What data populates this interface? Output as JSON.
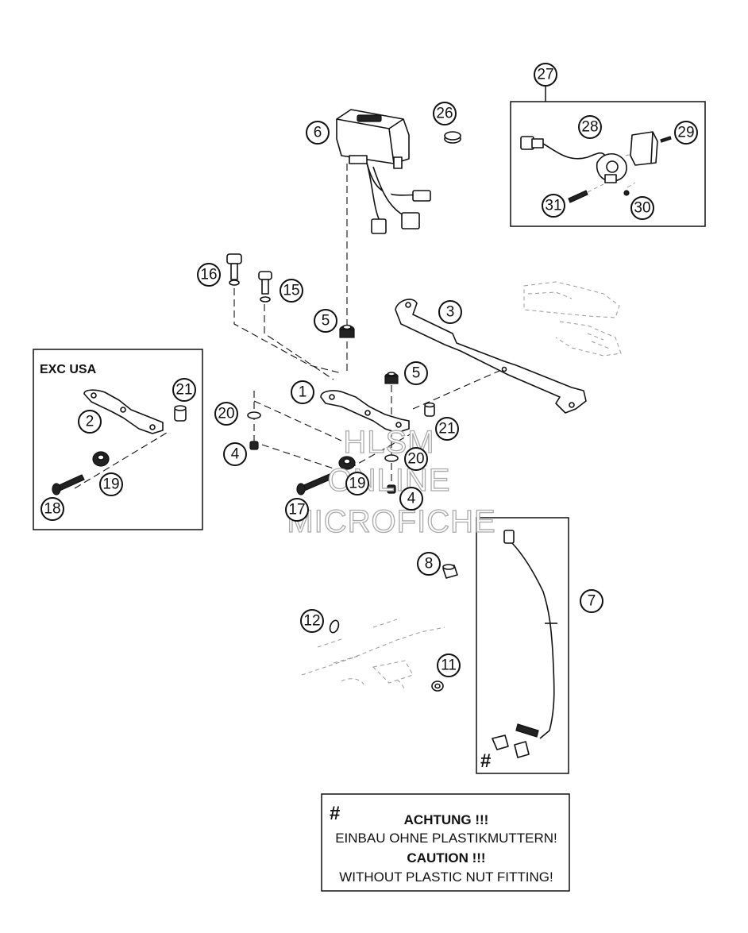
{
  "callouts": [
    "27",
    "6",
    "26",
    "28",
    "29",
    "31",
    "30",
    "16",
    "15",
    "3",
    "5",
    "5",
    "EXC USA",
    "21",
    "2",
    "20",
    "1",
    "21",
    "4",
    "20",
    "19",
    "18",
    "19",
    "4",
    "17",
    "8",
    "7",
    "12",
    "11"
  ],
  "labels": {
    "exc_usa": "EXC USA",
    "hash_mark": "#"
  },
  "watermark": {
    "line1": "HLSM",
    "line2": "ONLINE",
    "line3": "MICROFICHE"
  },
  "warning": {
    "hash": "#",
    "line1": "ACHTUNG !!!",
    "line2": "EINBAU OHNE PLASTIKMUTTERN!",
    "line3": "CAUTION !!!",
    "line4": "WITHOUT PLASTIC NUT FITTING!"
  },
  "parts": {
    "c27": "27",
    "c6": "6",
    "c26": "26",
    "c28": "28",
    "c29": "29",
    "c31": "31",
    "c30": "30",
    "c16": "16",
    "c15": "15",
    "c3": "3",
    "c5a": "5",
    "c5b": "5",
    "c21a": "21",
    "c2": "2",
    "c20a": "20",
    "c1": "1",
    "c21b": "21",
    "c4a": "4",
    "c20b": "20",
    "c19a": "19",
    "c18": "18",
    "c19b": "19",
    "c4b": "4",
    "c17": "17",
    "c8": "8",
    "c7": "7",
    "c12": "12",
    "c11": "11"
  }
}
